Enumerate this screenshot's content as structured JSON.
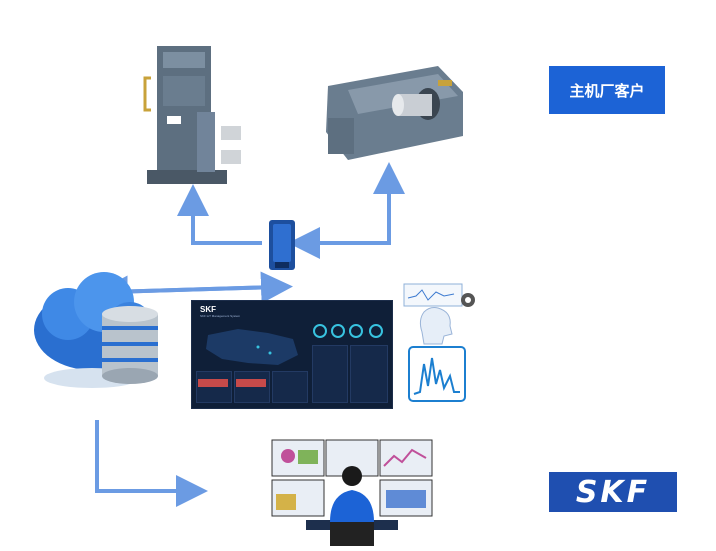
{
  "customer_label": "主机厂客户",
  "dashboard": {
    "logo_text": "SKF",
    "subtitle": "SKF IoT Management System"
  },
  "skf_logo": "SKF",
  "colors": {
    "arrow": "#6b9be3",
    "badge": "#1c63d6",
    "skf_blue": "#1f4fb0",
    "dashboard_bg": "#0f1f38"
  },
  "icons": [
    "vertical-gearbox-icon",
    "horizontal-gearbox-icon",
    "iot-gateway-icon",
    "cloud-database-icon",
    "ai-analysis-icon",
    "waveform-chart-icon",
    "monitoring-operator-icon"
  ]
}
